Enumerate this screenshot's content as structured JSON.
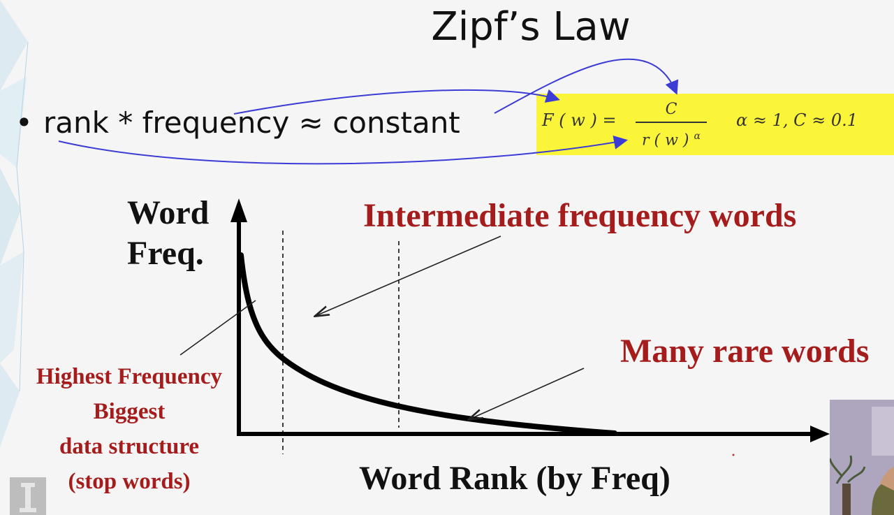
{
  "slide": {
    "title": "Zipf’s Law",
    "bullet_symbol": "•",
    "bullet_text": "rank * frequency ≈ constant",
    "formula": {
      "lhs": "F ( w )  =",
      "numerator": "C",
      "denominator": "r ( w ) ",
      "exponent": "α",
      "params": "α  ≈  1, C  ≈  0.1",
      "highlight_color": "#fbf53a"
    }
  },
  "diagram": {
    "y_axis_label_line1": "Word",
    "y_axis_label_line2": "Freq.",
    "x_axis_label": "Word Rank (by Freq)",
    "intermediate_label": "Intermediate frequency words",
    "rare_label": "Many rare words",
    "high_freq_lines": [
      "Highest Frequency",
      "Biggest",
      "data structure",
      "(stop words)"
    ],
    "annotation_color": "#a51c1c",
    "arrow_color": "#3b3bd6"
  }
}
